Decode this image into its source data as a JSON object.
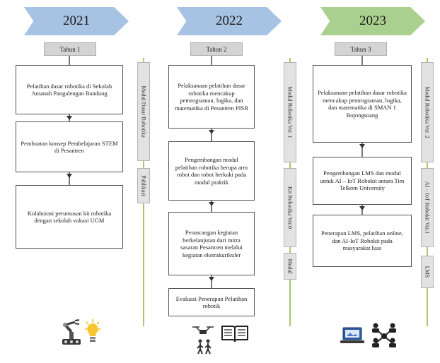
{
  "years": [
    {
      "year": "2021",
      "color": "#a6c3e3",
      "tag": "Tahun 1"
    },
    {
      "year": "2022",
      "color": "#a6c3e3",
      "tag": "Tahun 2"
    },
    {
      "year": "2023",
      "color": "#a9d08e",
      "tag": "Tahun 3"
    }
  ],
  "col1": {
    "boxes": [
      "Pelatihan dasar robotika di Sekolah Amanah Pangalengan Bandung",
      "Pembuatan konsep Pembelajaran STEM di Pesantren",
      "Kolaborasi perumusan kit robotika dengan sekolah vokasi UGM"
    ],
    "side": [
      "Modul Dasar Robotika",
      "Publikasi"
    ]
  },
  "col2": {
    "boxes": [
      "Pelaksanaan pelatihan dasar robotika mencakup pemrograman, logika, dan matematika di Pesantren PISB",
      "Pengembangan modul pelatihan robotika berupa arm robot dan robot berkaki pada modul praktik",
      "Perancangan kegiatan berkelanjutan dari mitra sasaran Pesantren melalui kegiatan ekstrakurikuler",
      "Evaluasi Penerapan Pelatihan robotik"
    ],
    "side": [
      "Modul Robotika Ver. 1",
      "Kit Robotika Ver.0",
      "Modul"
    ]
  },
  "col3": {
    "boxes": [
      "Pelaksanaan pelatihan dasar robotika mencakup pemrograman, logika, dan matematika di SMAN 1 Bojongsoang",
      "Pengembangan LMS dan modul untuk AI – IoT Robokit antara Tim Telkom University",
      "Penerapan LMS, pelatihan online, dan AI-IoT Robokit pada masyarakat luas"
    ],
    "side": [
      "Modul Robotika Ver. 2",
      "AI – IoT Robokit Ver.1",
      "LMS"
    ]
  },
  "icons": [
    "robot-arm-icon",
    "lightbulb-icon",
    "drone-icon",
    "book-icon",
    "students-icon",
    "laptop-icon",
    "network-icon"
  ]
}
